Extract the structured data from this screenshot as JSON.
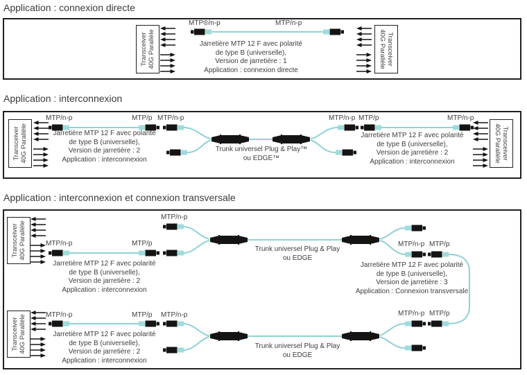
{
  "colors": {
    "cable": "#8FD2D3",
    "boot": "#A0DBDC",
    "ink": "#141414",
    "text": "#3D3D3D"
  },
  "transceiver": {
    "line1": "Transceiver",
    "line2": "40G Parallèle"
  },
  "s1": {
    "title": "Application : connexion directe",
    "label_left": "MTP®/n-p",
    "label_right": "MTP/n-p",
    "note": [
      "Jarretière MTP 12 F avec polarité",
      "de type B (universelle),",
      "Version de jarretière : 1",
      "Application : connexion directe"
    ]
  },
  "s2": {
    "title": "Application : interconnexion",
    "left_labels": {
      "a": "MTP/n-p",
      "b": "MTP/p",
      "c": "MTP/n-p"
    },
    "right_labels": {
      "a": "MTP/n-p",
      "b": "MTP/p",
      "c": "MTP/n-p"
    },
    "note_left": [
      "Jarretière MTP 12 F avec polarité",
      "de type B (universelle),",
      "Version de jarretière : 2",
      "Application : interconnexion"
    ],
    "note_right": [
      "Jarretière MTP 12 F avec polarité",
      "de type B (universelle),",
      "Version de jarretière : 2",
      "Application : interconnexion"
    ],
    "trunk": [
      "Trunk universel Plug & Play™",
      "ou EDGE™"
    ]
  },
  "s3": {
    "title": "Application : interconnexion et connexion transversale",
    "top_label": "MTP/n-p",
    "row1": {
      "a": "MTP/n-p",
      "b": "MTP/p"
    },
    "pair_top": {
      "a": "MTP/n-p",
      "b": "MTP/p"
    },
    "pair_bottom": {
      "a": "MTP/n-p",
      "b": "MTP/p"
    },
    "row2": {
      "a": "MTP/n-p",
      "b": "MTP/p",
      "c": "MTP/n-p"
    },
    "note1": [
      "Jarretière MTP 12 F avec polarité",
      "de type B (universelle),",
      "Version de jarretière : 2",
      "Application : interconnexion"
    ],
    "note3": [
      "Jarretière MTP 12 F avec polarité",
      "de type B (universelle),",
      "Version de jarretière : 3",
      "Application : Connexion transversale"
    ],
    "note2": [
      "Jarretière MTP 12 F avec polarité",
      "de type B (universelle),",
      "Version de jarretière : 2",
      "Application : interconnexion"
    ],
    "trunk1": [
      "Trunk universel Plug & Play",
      "ou EDGE"
    ],
    "trunk2": [
      "Trunk universel Plug & Play",
      "ou EDGE"
    ]
  }
}
